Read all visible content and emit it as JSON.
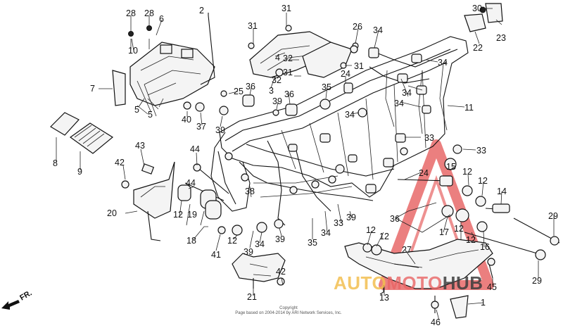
{
  "copyright": "Page based on 2004-2014 by ARI Network Services, Inc.",
  "copyright_top": "Copyright",
  "front_marker": "FR.",
  "watermark": {
    "part1": "AUTO",
    "part2": "MOTO",
    "part3": "HUB",
    "colors": {
      "triangle": "#e24848",
      "auto": "#f2be50",
      "hub": "#333333"
    }
  },
  "callouts": [
    {
      "id": "c28a",
      "label": "28"
    },
    {
      "id": "c28b",
      "label": "28"
    },
    {
      "id": "c6",
      "label": "6"
    },
    {
      "id": "c2",
      "label": "2"
    },
    {
      "id": "c10",
      "label": "10"
    },
    {
      "id": "c7",
      "label": "7"
    },
    {
      "id": "c5a",
      "label": "5"
    },
    {
      "id": "c5b",
      "label": "5"
    },
    {
      "id": "c40",
      "label": "40"
    },
    {
      "id": "c37",
      "label": "37"
    },
    {
      "id": "c8",
      "label": "8"
    },
    {
      "id": "c9",
      "label": "9"
    },
    {
      "id": "c43",
      "label": "43"
    },
    {
      "id": "c42a",
      "label": "42"
    },
    {
      "id": "c20",
      "label": "20"
    },
    {
      "id": "c44a",
      "label": "44"
    },
    {
      "id": "c44b",
      "label": "44"
    },
    {
      "id": "c12a",
      "label": "12"
    },
    {
      "id": "c19",
      "label": "19"
    },
    {
      "id": "c18",
      "label": "18"
    },
    {
      "id": "c41",
      "label": "41"
    },
    {
      "id": "c12b",
      "label": "12"
    },
    {
      "id": "c39a",
      "label": "39"
    },
    {
      "id": "c34a",
      "label": "34"
    },
    {
      "id": "c39b",
      "label": "39"
    },
    {
      "id": "c38",
      "label": "38"
    },
    {
      "id": "c42b",
      "label": "42"
    },
    {
      "id": "c21",
      "label": "21"
    },
    {
      "id": "c31a",
      "label": "31"
    },
    {
      "id": "c31b",
      "label": "31"
    },
    {
      "id": "c4",
      "label": "4"
    },
    {
      "id": "c32a",
      "label": "32"
    },
    {
      "id": "c31c",
      "label": "31"
    },
    {
      "id": "c32b",
      "label": "32"
    },
    {
      "id": "c3",
      "label": "3"
    },
    {
      "id": "c36a",
      "label": "36"
    },
    {
      "id": "c36b",
      "label": "36"
    },
    {
      "id": "c25",
      "label": "25"
    },
    {
      "id": "c39c",
      "label": "39"
    },
    {
      "id": "c39d",
      "label": "39"
    },
    {
      "id": "c26",
      "label": "26"
    },
    {
      "id": "c31d",
      "label": "31"
    },
    {
      "id": "c24",
      "label": "24"
    },
    {
      "id": "c34b",
      "label": "34"
    },
    {
      "id": "c35a",
      "label": "35"
    },
    {
      "id": "c34c",
      "label": "34"
    },
    {
      "id": "c30",
      "label": "30"
    },
    {
      "id": "c23",
      "label": "23"
    },
    {
      "id": "c22",
      "label": "22"
    },
    {
      "id": "c34d",
      "label": "34"
    },
    {
      "id": "c34e",
      "label": "34"
    },
    {
      "id": "c34f",
      "label": "34"
    },
    {
      "id": "c11",
      "label": "11"
    },
    {
      "id": "c33a",
      "label": "33"
    },
    {
      "id": "c33b",
      "label": "33"
    },
    {
      "id": "c24b",
      "label": "24"
    },
    {
      "id": "c15",
      "label": "15"
    },
    {
      "id": "c12c",
      "label": "12"
    },
    {
      "id": "c12d",
      "label": "12"
    },
    {
      "id": "c14",
      "label": "14"
    },
    {
      "id": "c29a",
      "label": "29"
    },
    {
      "id": "c36c",
      "label": "36"
    },
    {
      "id": "c17",
      "label": "17"
    },
    {
      "id": "c12e",
      "label": "12"
    },
    {
      "id": "c12f",
      "label": "12"
    },
    {
      "id": "c16",
      "label": "16"
    },
    {
      "id": "c35b",
      "label": "35"
    },
    {
      "id": "c34g",
      "label": "34"
    },
    {
      "id": "c33c",
      "label": "33"
    },
    {
      "id": "c39e",
      "label": "39"
    },
    {
      "id": "c12g",
      "label": "12"
    },
    {
      "id": "c12h",
      "label": "12"
    },
    {
      "id": "c27",
      "label": "27"
    },
    {
      "id": "c13",
      "label": "13"
    },
    {
      "id": "c46",
      "label": "46"
    },
    {
      "id": "c1",
      "label": "1"
    },
    {
      "id": "c45",
      "label": "45"
    },
    {
      "id": "c29b",
      "label": "29"
    }
  ]
}
